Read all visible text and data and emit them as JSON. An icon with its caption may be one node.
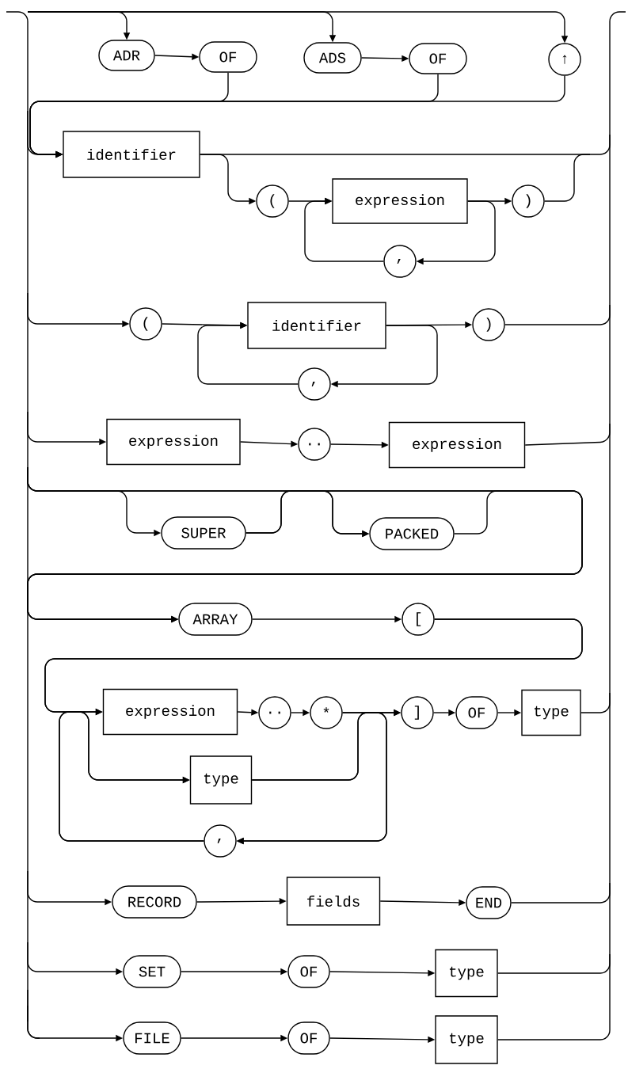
{
  "diagram": {
    "nodes": [
      {
        "text": [
          "ADR"
        ]
      },
      {
        "text": [
          "OF"
        ]
      },
      {
        "text": [
          "ADS"
        ]
      },
      {
        "text": [
          "OF"
        ]
      },
      {
        "text": [
          "↑"
        ]
      },
      {
        "text": [
          "identifier"
        ]
      },
      {
        "text": [
          "("
        ]
      },
      {
        "text": [
          "expression"
        ]
      },
      {
        "text": [
          ")"
        ]
      },
      {
        "text": [
          ","
        ]
      },
      {
        "text": [
          "("
        ]
      },
      {
        "text": [
          "identifier"
        ]
      },
      {
        "text": [
          ")"
        ]
      },
      {
        "text": [
          ","
        ]
      },
      {
        "text": [
          "expression"
        ]
      },
      {
        "text": [
          ".."
        ]
      },
      {
        "text": [
          "expression"
        ]
      },
      {
        "text": [
          "SUPER"
        ]
      },
      {
        "text": [
          "PACKED"
        ]
      },
      {
        "text": [
          "ARRAY"
        ]
      },
      {
        "text": [
          "["
        ]
      },
      {
        "text": [
          "expression"
        ]
      },
      {
        "text": [
          ".."
        ]
      },
      {
        "text": [
          "*"
        ]
      },
      {
        "text": [
          "type"
        ]
      },
      {
        "text": [
          ","
        ]
      },
      {
        "text": [
          "]"
        ]
      },
      {
        "text": [
          "OF"
        ]
      },
      {
        "text": [
          "type"
        ]
      },
      {
        "text": [
          "RECORD"
        ]
      },
      {
        "text": [
          "fields"
        ]
      },
      {
        "text": [
          "END"
        ]
      },
      {
        "text": [
          "SET"
        ]
      },
      {
        "text": [
          "OF"
        ]
      },
      {
        "text": [
          "type"
        ]
      },
      {
        "text": [
          "FILE"
        ]
      },
      {
        "text": [
          "OF"
        ]
      },
      {
        "text": [
          "type"
        ]
      }
    ],
    "edges": [
      {
        "from": null,
        "to": 0,
        "arrow": "to"
      },
      {
        "from": 0,
        "to": 1,
        "arrow": "to"
      },
      {
        "from": null,
        "to": 2,
        "arrow": "to"
      },
      {
        "from": 2,
        "to": 3,
        "arrow": "to"
      },
      {
        "from": null,
        "to": 4,
        "arrow": "to"
      },
      {
        "from": 1,
        "to": 5,
        "arrow": "to"
      },
      {
        "from": 3,
        "to": 5,
        "arrow": "to"
      },
      {
        "from": 4,
        "to": 5,
        "arrow": "to"
      },
      {
        "from": null,
        "to": 5,
        "arrow": "to"
      },
      {
        "from": 5,
        "to": null,
        "arrow": "none"
      },
      {
        "from": 5,
        "to": 6,
        "arrow": "to"
      },
      {
        "from": 6,
        "to": 7,
        "arrow": "to"
      },
      {
        "from": 7,
        "to": 8,
        "arrow": "to"
      },
      {
        "from": 7,
        "to": 9,
        "arrow": "to"
      },
      {
        "from": 9,
        "to": 7,
        "arrow": "to"
      },
      {
        "from": 8,
        "to": null,
        "arrow": "none"
      },
      {
        "from": null,
        "to": 10,
        "arrow": "to"
      },
      {
        "from": 10,
        "to": 11,
        "arrow": "to"
      },
      {
        "from": 11,
        "to": 12,
        "arrow": "to"
      },
      {
        "from": 11,
        "to": 13,
        "arrow": "to"
      },
      {
        "from": 13,
        "to": 11,
        "arrow": "to"
      },
      {
        "from": 12,
        "to": null,
        "arrow": "none"
      },
      {
        "from": null,
        "to": 14,
        "arrow": "to"
      },
      {
        "from": 14,
        "to": 15,
        "arrow": "to"
      },
      {
        "from": 15,
        "to": 16,
        "arrow": "to"
      },
      {
        "from": 16,
        "to": null,
        "arrow": "none"
      },
      {
        "from": null,
        "to": 17,
        "arrow": "to"
      },
      {
        "from": 17,
        "to": 18,
        "arrow": "to"
      },
      {
        "from": 17,
        "to": 19,
        "arrow": "to"
      },
      {
        "from": 18,
        "to": 19,
        "arrow": "to"
      },
      {
        "from": null,
        "to": 18,
        "arrow": "to"
      },
      {
        "from": null,
        "to": 19,
        "arrow": "to"
      },
      {
        "from": 19,
        "to": 20,
        "arrow": "to"
      },
      {
        "from": 20,
        "to": 21,
        "arrow": "to"
      },
      {
        "from": 20,
        "to": 24,
        "arrow": "to"
      },
      {
        "from": 21,
        "to": 22,
        "arrow": "to"
      },
      {
        "from": 22,
        "to": 23,
        "arrow": "to"
      },
      {
        "from": 23,
        "to": 26,
        "arrow": "to"
      },
      {
        "from": 23,
        "to": 25,
        "arrow": "to"
      },
      {
        "from": 24,
        "to": 26,
        "arrow": "to"
      },
      {
        "from": 24,
        "to": 25,
        "arrow": "to"
      },
      {
        "from": 25,
        "to": 21,
        "arrow": "to"
      },
      {
        "from": 25,
        "to": 24,
        "arrow": "to"
      },
      {
        "from": 26,
        "to": 27,
        "arrow": "to"
      },
      {
        "from": 27,
        "to": 28,
        "arrow": "to"
      },
      {
        "from": 28,
        "to": null,
        "arrow": "none"
      },
      {
        "from": null,
        "to": 29,
        "arrow": "to"
      },
      {
        "from": 29,
        "to": 30,
        "arrow": "to"
      },
      {
        "from": 30,
        "to": 31,
        "arrow": "to"
      },
      {
        "from": 31,
        "to": null,
        "arrow": "none"
      },
      {
        "from": null,
        "to": 32,
        "arrow": "to"
      },
      {
        "from": 32,
        "to": 33,
        "arrow": "to"
      },
      {
        "from": 33,
        "to": 34,
        "arrow": "to"
      },
      {
        "from": 34,
        "to": null,
        "arrow": "none"
      },
      {
        "from": null,
        "to": 35,
        "arrow": "to"
      },
      {
        "from": 35,
        "to": 36,
        "arrow": "to"
      },
      {
        "from": 36,
        "to": 37,
        "arrow": "to"
      },
      {
        "from": 37,
        "to": null,
        "arrow": "none"
      }
    ]
  }
}
